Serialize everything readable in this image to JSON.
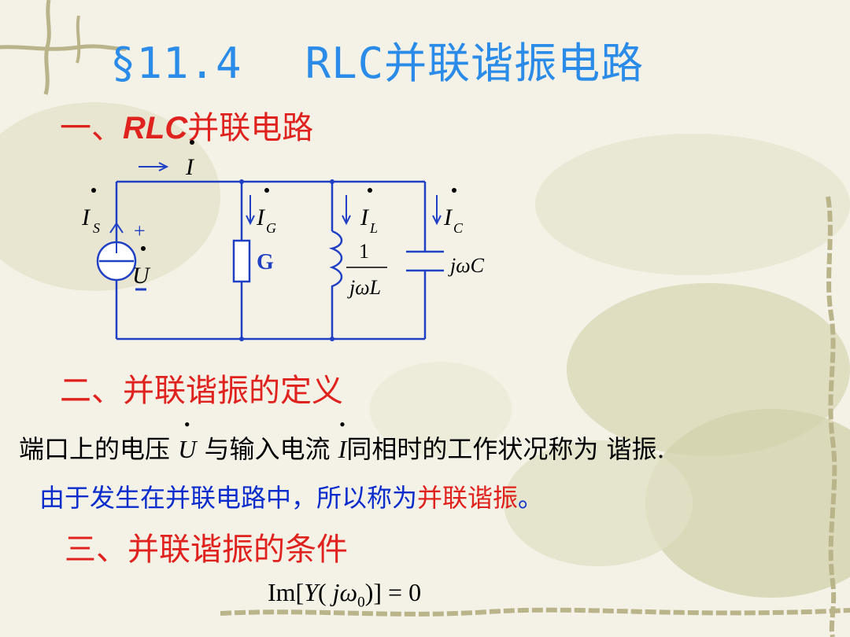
{
  "title": {
    "section": "§11.4",
    "name": "RLC并联谐振电路"
  },
  "section1": {
    "number": "一、",
    "label_em": "RLC",
    "label": "并联电路"
  },
  "circuit": {
    "current_I": "I",
    "source_current": "I",
    "source_sub": "S",
    "voltage": "U",
    "plus": "+",
    "minus": "−",
    "branch_G_current": "I",
    "branch_G_sub": "G",
    "branch_L_current": "I",
    "branch_L_sub": "L",
    "branch_C_current": "I",
    "branch_C_sub": "C",
    "conductance": "G",
    "inductor_num": "1",
    "inductor_den": "jωL",
    "capacitor": "jωC"
  },
  "section2": {
    "label": "二、并联谐振的定义"
  },
  "definition": {
    "part1": "端口上的电压",
    "voltage": "U",
    "part2": "与输入电流",
    "current": "I",
    "part3": "同相时的工作状况称为  谐振."
  },
  "note": {
    "part1": "由于发生在并联电路中，所以称为",
    "highlight": "并联谐振",
    "end": "。"
  },
  "section3": {
    "label": "三、并联谐振的条件"
  },
  "formula": {
    "im": "Im[",
    "y": "Y",
    "open": "( ",
    "j": "j",
    "omega": "ω",
    "sub": "0",
    "close": ")] = 0"
  },
  "colors": {
    "title": "#2a8be8",
    "heading": "#e0221f",
    "wire": "#1f3fc4",
    "emphasis": "#0b2ccc"
  }
}
